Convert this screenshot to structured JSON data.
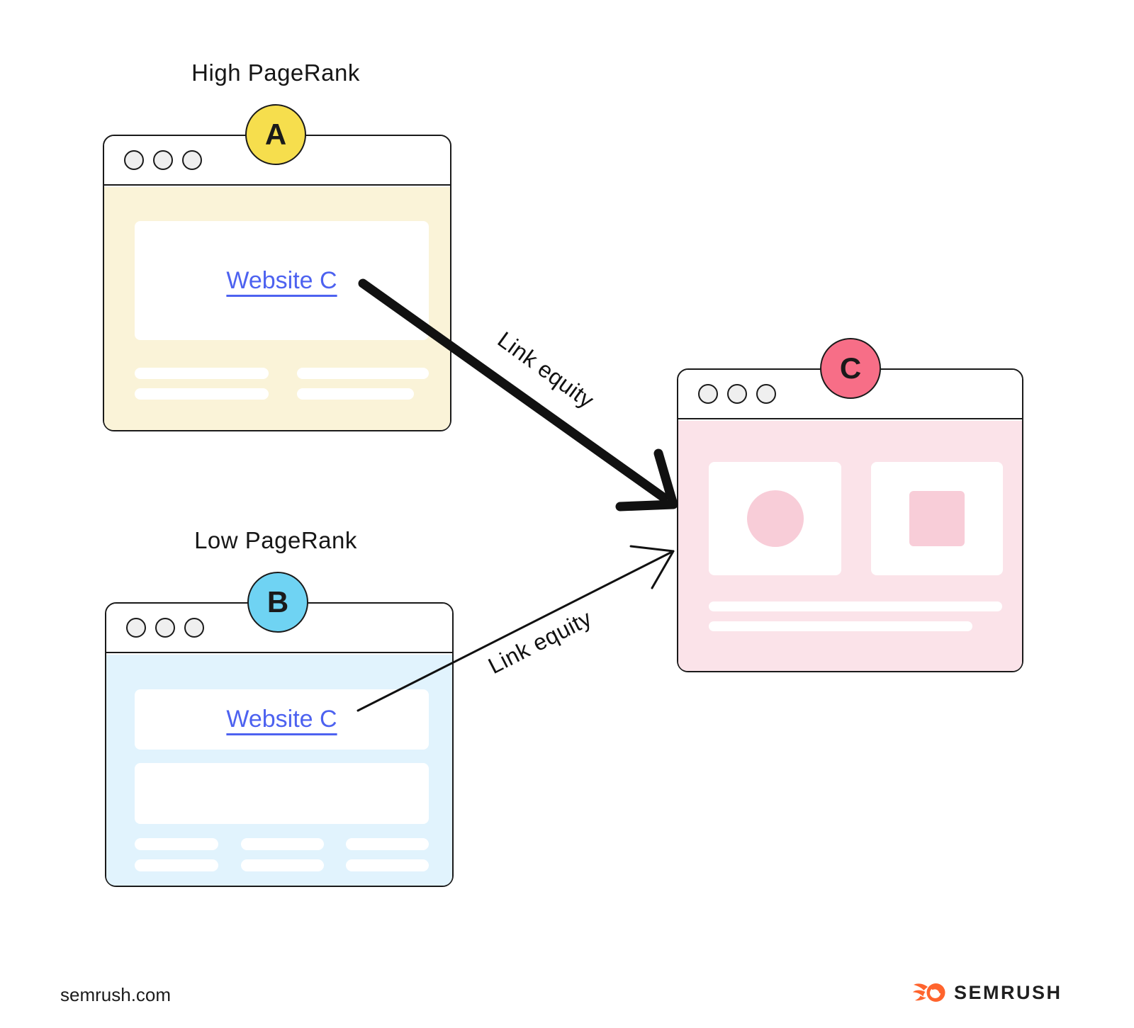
{
  "labels": {
    "high_pagerank": "High PageRank",
    "low_pagerank": "Low PageRank",
    "link_equity_strong": "Link equity",
    "link_equity_weak": "Link equity"
  },
  "windows": {
    "a": {
      "badge_letter": "A",
      "link_text": "Website C",
      "badge_color": "#F6DE4D",
      "body_color": "#FAF3D8"
    },
    "b": {
      "badge_letter": "B",
      "link_text": "Website C",
      "badge_color": "#6FD3F3",
      "body_color": "#E1F3FD"
    },
    "c": {
      "badge_letter": "C",
      "badge_color": "#F76E87",
      "body_color": "#FBE3E9",
      "placeholder_color": "#F8CDD8"
    }
  },
  "footer": {
    "site": "semrush.com",
    "brand": "SEMRUSH",
    "brand_color": "#FF642D"
  },
  "colors": {
    "ink": "#1A1A1A",
    "link_blue": "#4D62F0",
    "arrow": "#111111",
    "dot_fill": "#EFEFEF"
  }
}
